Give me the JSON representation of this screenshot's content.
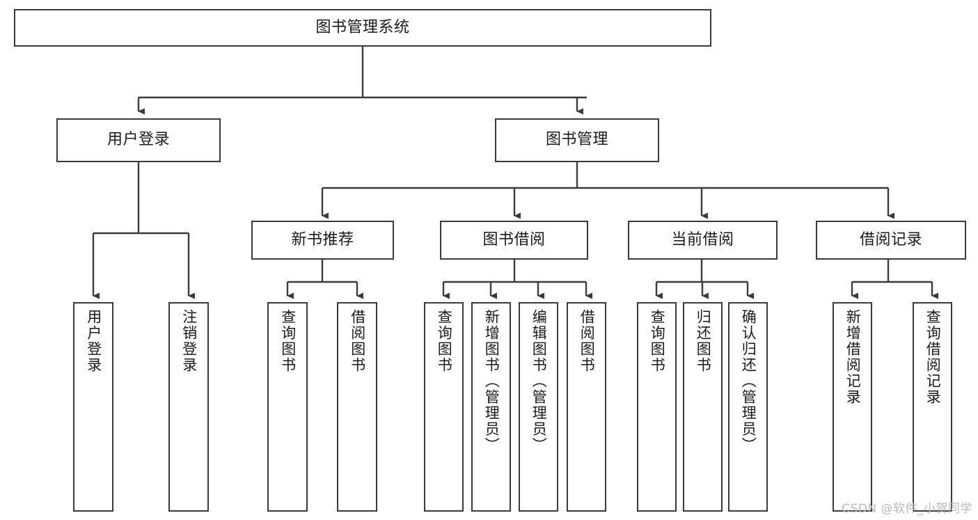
{
  "diagram": {
    "type": "tree-hierarchy",
    "title": "图书管理系统",
    "orientation": "top-down",
    "colors": {
      "box_border": "#3a3a3a",
      "box_fill": "#ffffff",
      "connector": "#3a3a3a",
      "text": "#1a1a1a",
      "watermark": "#b9b9b9",
      "background": "#ffffff"
    },
    "nodes": {
      "root": {
        "label": "图书管理系统",
        "level": 0,
        "orientation": "horizontal"
      },
      "l1": [
        {
          "id": "user-login",
          "label": "用户登录",
          "level": 1,
          "orientation": "horizontal"
        },
        {
          "id": "book-manage",
          "label": "图书管理",
          "level": 1,
          "orientation": "horizontal"
        }
      ],
      "l2": [
        {
          "id": "new-book-recommend",
          "label": "新书推荐",
          "level": 2,
          "orientation": "horizontal",
          "parent": "book-manage"
        },
        {
          "id": "book-borrow",
          "label": "图书借阅",
          "level": 2,
          "orientation": "horizontal",
          "parent": "book-manage"
        },
        {
          "id": "current-borrow",
          "label": "当前借阅",
          "level": 2,
          "orientation": "horizontal",
          "parent": "book-manage"
        },
        {
          "id": "borrow-record",
          "label": "借阅记录",
          "level": 2,
          "orientation": "horizontal",
          "parent": "book-manage"
        }
      ],
      "leaves": [
        {
          "id": "leaf-user-login",
          "label": "用户登录",
          "parent": "user-login",
          "orientation": "vertical"
        },
        {
          "id": "leaf-user-logout",
          "label": "注销登录",
          "parent": "user-login",
          "orientation": "vertical"
        },
        {
          "id": "leaf-query-book-1",
          "label": "查询图书",
          "parent": "new-book-recommend",
          "orientation": "vertical"
        },
        {
          "id": "leaf-borrow-book-1",
          "label": "借阅图书",
          "parent": "new-book-recommend",
          "orientation": "vertical"
        },
        {
          "id": "leaf-query-book-2",
          "label": "查询图书",
          "parent": "book-borrow",
          "orientation": "vertical"
        },
        {
          "id": "leaf-add-book",
          "label": "新增图书（管理员）",
          "parent": "book-borrow",
          "orientation": "vertical"
        },
        {
          "id": "leaf-edit-book",
          "label": "编辑图书（管理员）",
          "parent": "book-borrow",
          "orientation": "vertical"
        },
        {
          "id": "leaf-borrow-book-2",
          "label": "借阅图书",
          "parent": "book-borrow",
          "orientation": "vertical"
        },
        {
          "id": "leaf-query-book-3",
          "label": "查询图书",
          "parent": "current-borrow",
          "orientation": "vertical"
        },
        {
          "id": "leaf-return-book",
          "label": "归还图书",
          "parent": "current-borrow",
          "orientation": "vertical"
        },
        {
          "id": "leaf-confirm-return",
          "label": "确认归还（管理员）",
          "parent": "current-borrow",
          "orientation": "vertical"
        },
        {
          "id": "leaf-add-record",
          "label": "新增借阅记录",
          "parent": "borrow-record",
          "orientation": "vertical"
        },
        {
          "id": "leaf-query-record",
          "label": "查询借阅记录",
          "parent": "borrow-record",
          "orientation": "vertical"
        }
      ]
    },
    "watermark": "CSDN @软件_小贺同学"
  }
}
